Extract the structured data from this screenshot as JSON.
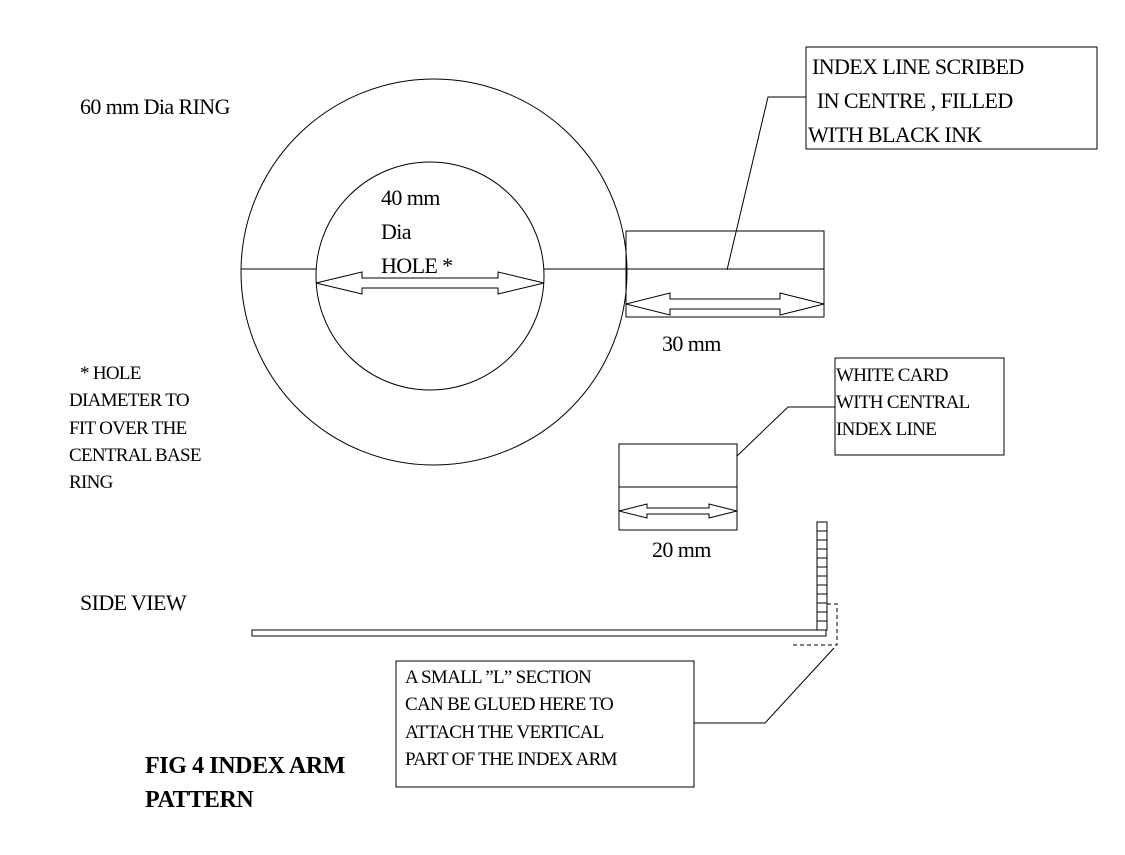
{
  "labels": {
    "ring": "60 mm Dia RING",
    "hole_line1": "40 mm",
    "hole_line2": "Dia",
    "hole_line3": "HOLE *",
    "arm_width": "30 mm",
    "card_width": "20 mm",
    "side_view": "SIDE VIEW"
  },
  "notes": {
    "index_line": [
      "INDEX LINE SCRIBED",
      " IN CENTRE , FILLED",
      "WITH BLACK INK"
    ],
    "hole_note": [
      "* HOLE",
      "DIAMETER TO",
      "FIT OVER THE",
      "CENTRAL BASE",
      "RING"
    ],
    "white_card": [
      "WHITE CARD",
      "WITH CENTRAL",
      "INDEX LINE"
    ],
    "l_section": [
      "A SMALL ”L” SECTION",
      "CAN BE GLUED HERE TO",
      "ATTACH THE VERTICAL",
      "PART OF THE INDEX ARM"
    ]
  },
  "caption": {
    "line1": "FIG 4 INDEX ARM",
    "line2": "PATTERN"
  }
}
